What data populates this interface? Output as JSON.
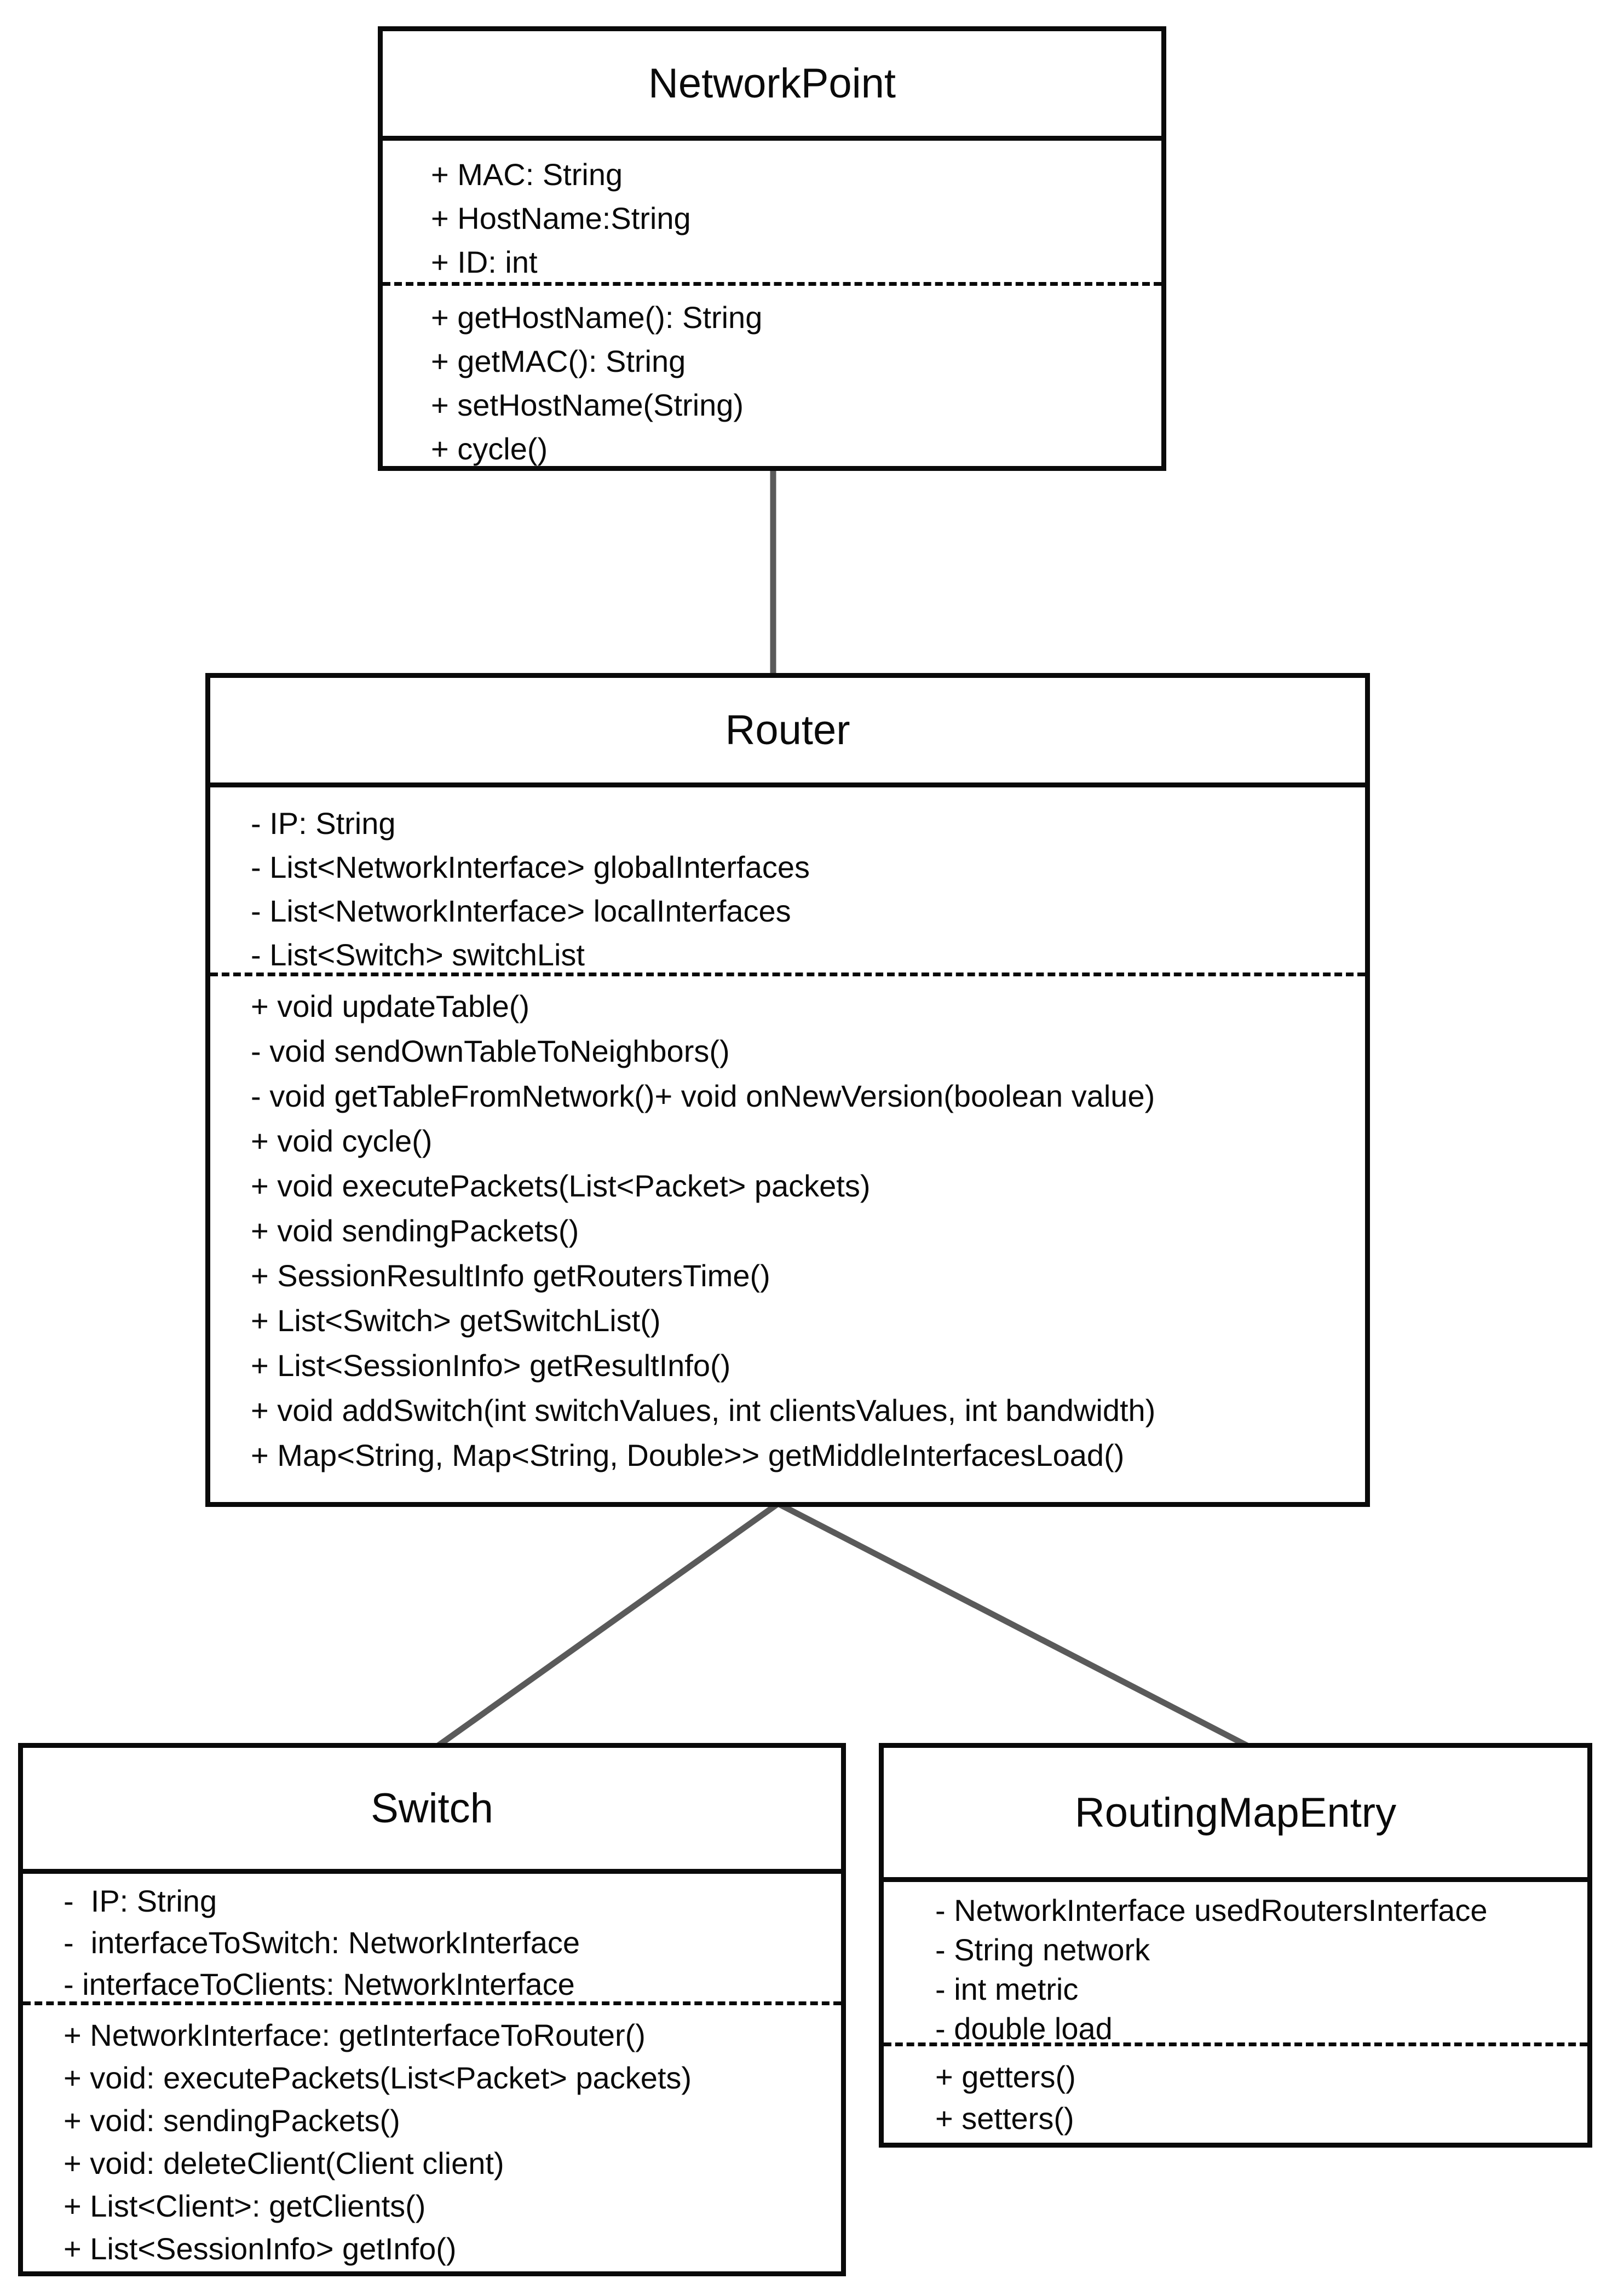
{
  "diagram": {
    "type": "uml-class-diagram",
    "classes": [
      {
        "name": "NetworkPoint",
        "attributes": [
          "+ MAC: String",
          "+ HostName:String",
          "+ ID: int"
        ],
        "methods": [
          "+ getHostName(): String",
          "+ getMAC(): String",
          "+ setHostName(String)",
          "+ cycle()"
        ]
      },
      {
        "name": "Router",
        "attributes": [
          "- IP: String",
          "- List<NetworkInterface> globalInterfaces",
          "- List<NetworkInterface> localInterfaces",
          "- List<Switch> switchList"
        ],
        "methods": [
          "+ void updateTable()",
          "- void sendOwnTableToNeighbors()",
          "- void getTableFromNetwork()+ void onNewVersion(boolean value)",
          "+ void cycle()",
          "+ void executePackets(List<Packet> packets)",
          "+ void sendingPackets()",
          "+ SessionResultInfo getRoutersTime()",
          "+ List<Switch> getSwitchList()",
          "+ List<SessionInfo> getResultInfo()",
          "+ void addSwitch(int switchValues, int clientsValues, int bandwidth)",
          "+ Map<String, Map<String, Double>> getMiddleInterfacesLoad()"
        ]
      },
      {
        "name": "Switch",
        "attributes": [
          "-  IP: String",
          "-  interfaceToSwitch: NetworkInterface",
          "- interfaceToClients: NetworkInterface"
        ],
        "methods": [
          "+ NetworkInterface: getInterfaceToRouter()",
          "+ void: executePackets(List<Packet> packets)",
          "+ void: sendingPackets()",
          "+ void: deleteClient(Client client)",
          "+ List<Client>: getClients()",
          "+ List<SessionInfo> getInfo()"
        ]
      },
      {
        "name": "RoutingMapEntry",
        "attributes": [
          "- NetworkInterface usedRoutersInterface",
          "- String network",
          "- int metric",
          "- double load"
        ],
        "methods": [
          "+ getters()",
          "+ setters()"
        ]
      }
    ],
    "connectors": [
      {
        "from": "NetworkPoint",
        "to": "Router"
      },
      {
        "from": "Router",
        "to": "Switch"
      },
      {
        "from": "Router",
        "to": "RoutingMapEntry"
      }
    ]
  },
  "colors": {
    "background": "#ffffff",
    "box_border": "#0a0a0a",
    "text": "#0a0a0a",
    "connector_line": "#5a5a5a"
  }
}
